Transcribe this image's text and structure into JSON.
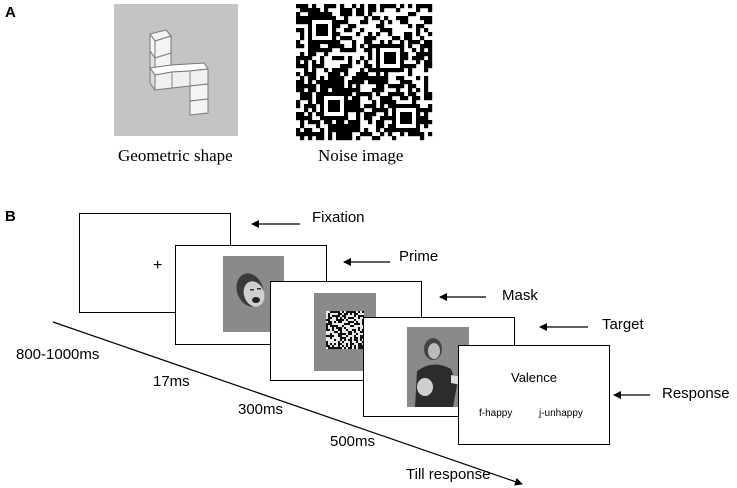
{
  "panel_a": {
    "label": "A",
    "geometric_caption": "Geometric shape",
    "noise_caption": "Noise image"
  },
  "panel_b": {
    "label": "B",
    "stages": {
      "fixation": "Fixation",
      "prime": "Prime",
      "mask": "Mask",
      "target": "Target",
      "response": "Response"
    },
    "fixation_symbol": "+",
    "response_screen": {
      "title": "Valence",
      "option_left": "f-happy",
      "option_right": "j-unhappy"
    },
    "durations": {
      "fixation": "800-1000ms",
      "prime": "17ms",
      "mask": "300ms",
      "target": "500ms",
      "response": "Till response"
    }
  },
  "colors": {
    "gray_panel": "#c4c4c4",
    "image_gray": "#8a8a8a",
    "line": "#000000"
  }
}
